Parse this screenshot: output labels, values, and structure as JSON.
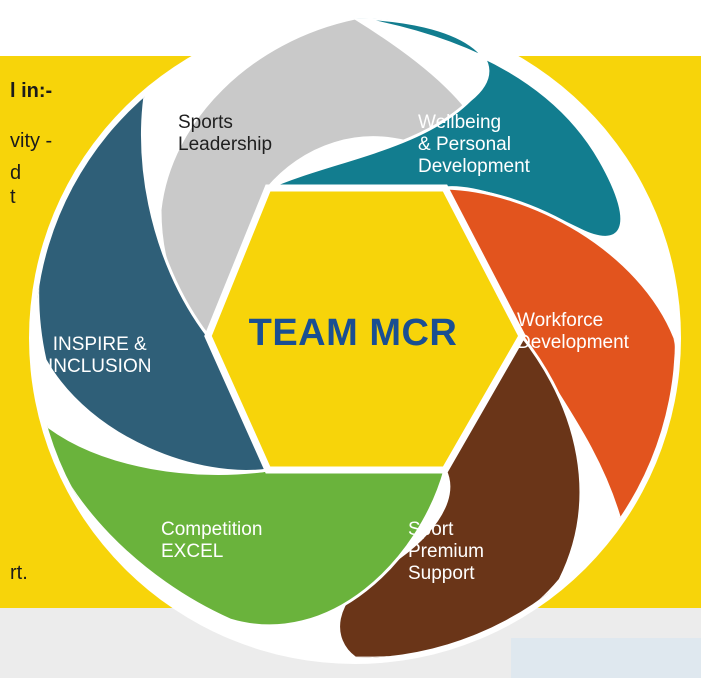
{
  "side_text": {
    "heading_fragment": "l in:-",
    "line1": "vity -",
    "line2": "d",
    "line3": "t",
    "last_line": "rt."
  },
  "hub": {
    "title": "TEAM MCR",
    "color": "#f7d40a",
    "title_color": "#1a4f92"
  },
  "segments": [
    {
      "label_lines": [
        "Sports",
        "Leadership"
      ],
      "color": "#c9c9c9",
      "text_color": "#1f1f1f"
    },
    {
      "label_lines": [
        "Wellbeing",
        "& Personal",
        "Development"
      ],
      "color": "#127d8f",
      "text_color": "#ffffff"
    },
    {
      "label_lines": [
        "Workforce",
        "Development"
      ],
      "color": "#e2541e",
      "text_color": "#ffffff"
    },
    {
      "label_lines": [
        "Sport",
        "Premium",
        "Support"
      ],
      "color": "#6a3518",
      "text_color": "#ffffff"
    },
    {
      "label_lines": [
        "Competition",
        "EXCEL"
      ],
      "color": "#6ab33c",
      "text_color": "#ffffff"
    },
    {
      "label_lines": [
        "INSPIRE &",
        "INCLUSION"
      ],
      "color": "#2f5f78",
      "text_color": "#ffffff"
    }
  ],
  "colors": {
    "panel": "#f7d40a",
    "background_band": "#ececec"
  }
}
